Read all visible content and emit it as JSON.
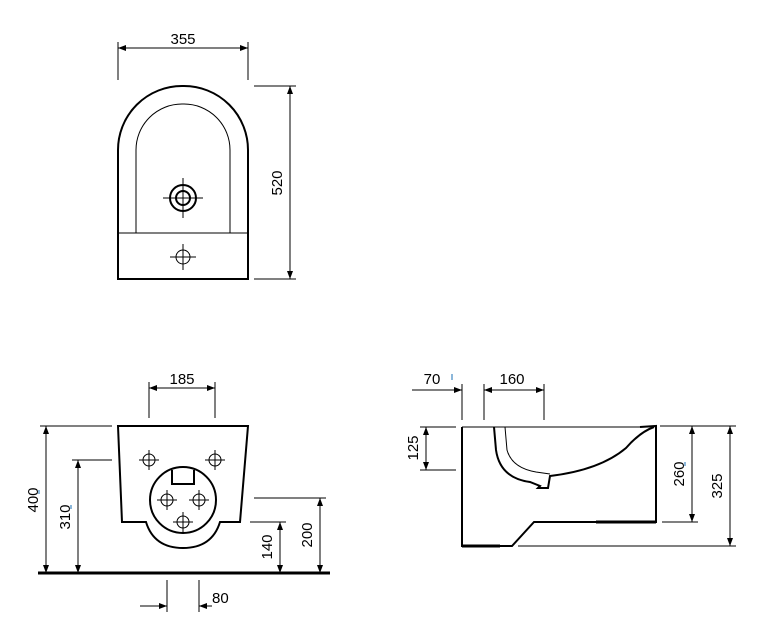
{
  "colors": {
    "line": "#000000",
    "accent": "#1a6fb5",
    "background": "#ffffff"
  },
  "top_view": {
    "width_label": "355",
    "depth_label": "520"
  },
  "front_view": {
    "bolt_spacing_label": "185",
    "overall_height_label": "400",
    "inlet_height_label": "310",
    "outlet_height_label": "140",
    "rear_height_label": "200",
    "outlet_width_label": "80"
  },
  "side_view": {
    "rear_offset_label": "70",
    "bowl_opening_label": "160",
    "rim_depth_label": "125",
    "rim_height_label": "260",
    "total_height_label": "325"
  }
}
